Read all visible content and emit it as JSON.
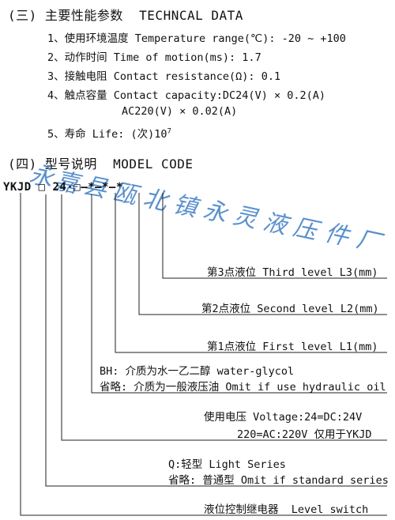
{
  "tech": {
    "heading": "(三) 主要性能参数  TECHNCAL DATA",
    "items": [
      "1、使用环境温度 Temperature range(℃): -20 ~ +100",
      "2、动作时间 Time of motion(ms): 1.7",
      "3、接触电阻 Contact resistance(Ω): 0.1",
      "4、触点容量 Contact capacity:DC24(V) × 0.2(A)",
      "AC220(V) × 0.02(A)",
      "5、寿命 Life: (次)10"
    ],
    "life_exponent": "7"
  },
  "model": {
    "heading": "(四) 型号说明  MODEL CODE",
    "code": "YKJD □ 24·□—*—*—*",
    "labels": [
      "第3点液位 Third level L3(mm)",
      "第2点液位 Second level L2(mm)",
      "第1点液位 First level L1(mm)",
      "BH: 介质为水一乙二醇 water-glycol",
      "省略: 介质为一般液压油 Omit if use hydraulic oil",
      "使用电压 Voltage:24=DC:24V",
      "220=AC:220V 仅用于YKJD",
      "Q:轻型 Light Series",
      "省略: 普通型 Omit if standard series",
      "液位控制继电器  Level switch"
    ]
  },
  "watermark": [
    "永",
    "嘉",
    "县",
    "瓯",
    "北",
    "镇",
    "永",
    "灵",
    "液",
    "压",
    "件",
    "厂"
  ],
  "colors": {
    "text": "#111111",
    "watermark": "#4a86c8"
  }
}
